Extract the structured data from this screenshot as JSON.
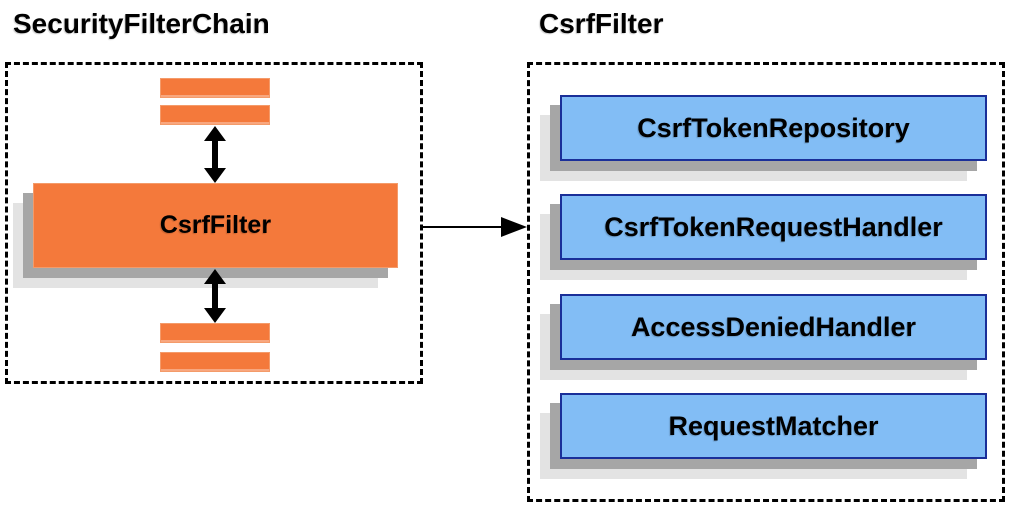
{
  "left_panel": {
    "title": "SecurityFilterChain",
    "filter_label": "CsrfFilter"
  },
  "right_panel": {
    "title": "CsrfFilter",
    "components": [
      {
        "label": "CsrfTokenRepository"
      },
      {
        "label": "CsrfTokenRequestHandler"
      },
      {
        "label": "AccessDeniedHandler"
      },
      {
        "label": "RequestMatcher"
      }
    ]
  },
  "icons": {
    "vertical_arrows": "double-headed-arrow-icon",
    "horizontal_arrow": "right-arrow-icon"
  },
  "colors": {
    "box_orange": "#F4793B",
    "orange_border": "#F49B6A",
    "box_blue": "#82BDF5",
    "blue_border": "#1A2F99",
    "shadow_dark": "#A6A6A6",
    "shadow_light": "#E3E3E3",
    "arrow_black": "#000000"
  }
}
